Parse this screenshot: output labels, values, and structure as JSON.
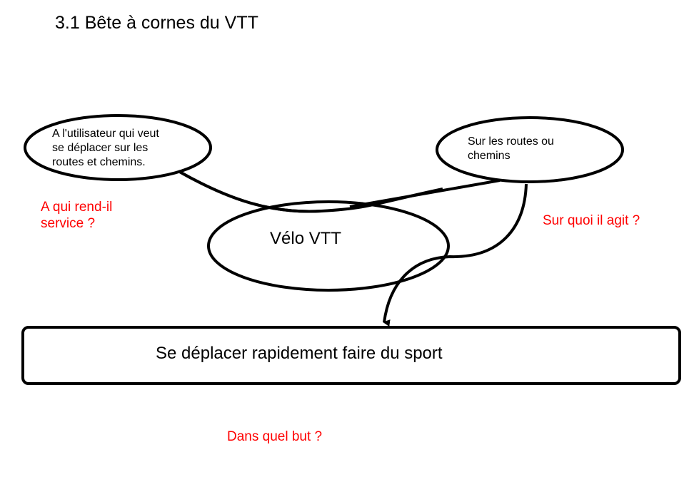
{
  "title": "3.1 Bête à cornes du VTT",
  "user_bubble": {
    "lines": [
      "A l'utilisateur qui veut",
      "se déplacer sur les",
      "routes et chemins."
    ]
  },
  "target_bubble": {
    "lines": [
      "Sur les routes ou",
      "chemins"
    ]
  },
  "product_bubble": {
    "label": "Vélo VTT"
  },
  "function_box": {
    "label": "Se déplacer rapidement faire du sport"
  },
  "questions": {
    "who": [
      "A qui rend-il",
      "service ?"
    ],
    "what": "Sur quoi il agit ?",
    "why": "Dans quel but ?"
  },
  "colors": {
    "question": "#ff0000",
    "stroke": "#000000"
  }
}
